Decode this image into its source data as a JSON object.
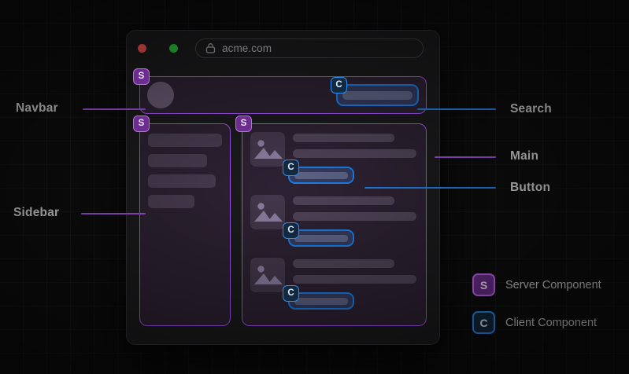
{
  "browser": {
    "url": "acme.com",
    "lock_icon": "lock-icon",
    "traffic_lights": [
      "close-red",
      "minimize-yellow",
      "maximize-green"
    ]
  },
  "app": {
    "navbar": {
      "badge": "S",
      "avatar": "avatar-placeholder",
      "search": {
        "badge": "C",
        "name": "search-input-placeholder"
      }
    },
    "sidebar": {
      "badge": "S",
      "items": [
        {
          "name": "sidebar-placeholder-1"
        },
        {
          "name": "sidebar-placeholder-2"
        },
        {
          "name": "sidebar-placeholder-3"
        },
        {
          "name": "sidebar-placeholder-4"
        }
      ]
    },
    "main": {
      "badge": "S",
      "cards": [
        {
          "thumb": "image-placeholder-icon",
          "button_badge": "C"
        },
        {
          "thumb": "image-placeholder-icon",
          "button_badge": "C"
        },
        {
          "thumb": "image-placeholder-icon",
          "button_badge": "C"
        }
      ]
    }
  },
  "annotations": [
    {
      "label": "Navbar",
      "color": "#9b4fd8",
      "side": "left"
    },
    {
      "label": "Sidebar",
      "color": "#9b4fd8",
      "side": "left"
    },
    {
      "label": "Search",
      "color": "#1f7fe8",
      "side": "right"
    },
    {
      "label": "Main",
      "color": "#9b4fd8",
      "side": "right"
    },
    {
      "label": "Button",
      "color": "#1f7fe8",
      "side": "right"
    }
  ],
  "legend": [
    {
      "badge": "S",
      "label": "Server Component",
      "color": "#a855f7"
    },
    {
      "badge": "C",
      "label": "Client Component",
      "color": "#1d7fe8"
    }
  ],
  "colors": {
    "server_accent": "#a855f7",
    "client_accent": "#1d7fe8",
    "background": "#0d0d0e",
    "window": "#1b1b1d"
  }
}
